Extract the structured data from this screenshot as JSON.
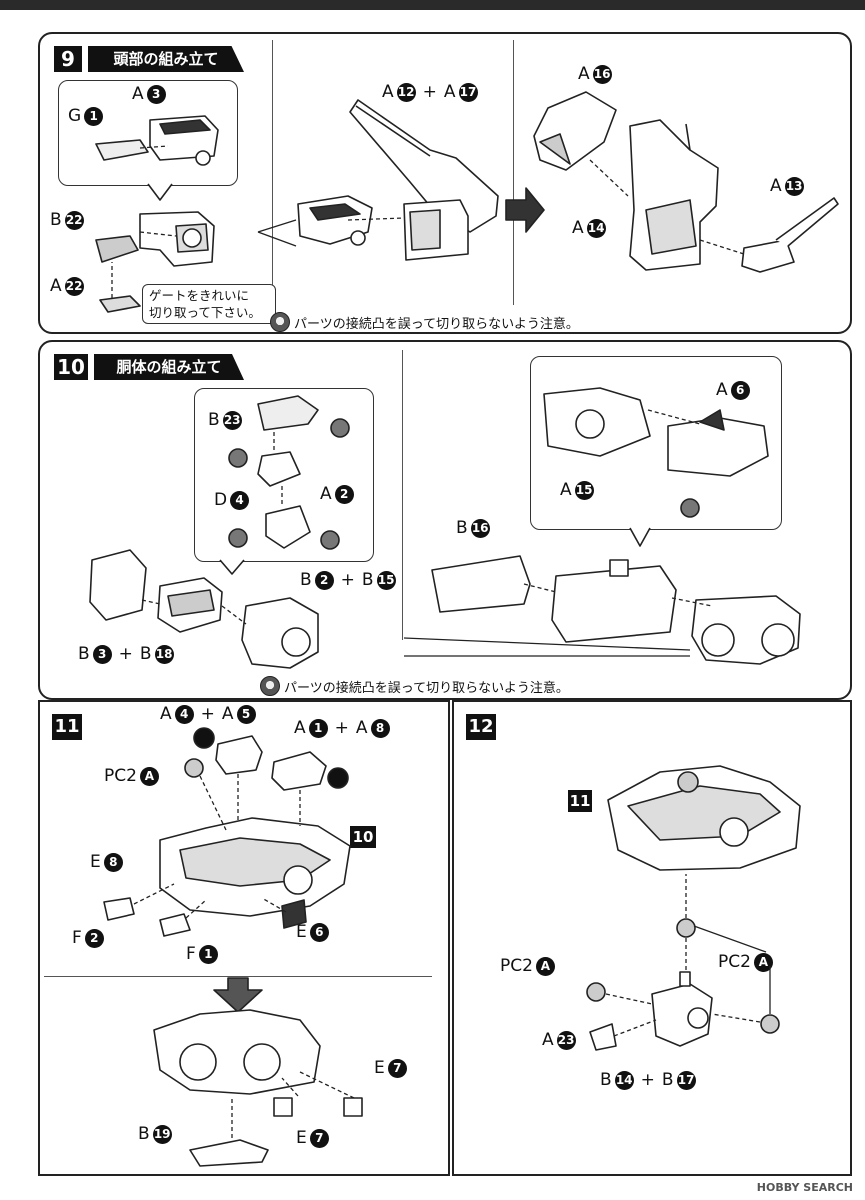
{
  "steps": [
    {
      "number": "9",
      "title": "頭部の組み立て",
      "labels": [
        {
          "letter": "A",
          "parts": [
            "3"
          ]
        },
        {
          "letter": "G",
          "parts": [
            "1"
          ]
        },
        {
          "letter": "B",
          "parts": [
            "22"
          ]
        },
        {
          "letter": "A",
          "parts": [
            "22"
          ]
        },
        {
          "letter": "A",
          "parts": [
            "12",
            "17"
          ]
        },
        {
          "letter": "A",
          "parts": [
            "16"
          ]
        },
        {
          "letter": "A",
          "parts": [
            "13"
          ]
        },
        {
          "letter": "A",
          "parts": [
            "14"
          ]
        }
      ],
      "gate_note": "ゲートをきれいに\n切り取って下さい。",
      "caution": "パーツの接続凸を誤って切り取らないよう注意。"
    },
    {
      "number": "10",
      "title": "胴体の組み立て",
      "labels": [
        {
          "letter": "B",
          "parts": [
            "23"
          ]
        },
        {
          "letter": "D",
          "parts": [
            "4"
          ]
        },
        {
          "letter": "A",
          "parts": [
            "2"
          ]
        },
        {
          "letter": "B",
          "parts": [
            "2",
            "15"
          ]
        },
        {
          "letter": "B",
          "parts": [
            "3",
            "18"
          ]
        },
        {
          "letter": "A",
          "parts": [
            "6"
          ]
        },
        {
          "letter": "A",
          "parts": [
            "15"
          ]
        },
        {
          "letter": "B",
          "parts": [
            "16"
          ]
        }
      ],
      "caution": "パーツの接続凸を誤って切り取らないよう注意。"
    },
    {
      "number": "11",
      "ref": "10",
      "labels": [
        {
          "letter": "A",
          "parts": [
            "4",
            "5"
          ]
        },
        {
          "letter": "A",
          "parts": [
            "1",
            "8"
          ]
        },
        {
          "letter": "PC2",
          "parts": [
            "A"
          ]
        },
        {
          "letter": "E",
          "parts": [
            "8"
          ]
        },
        {
          "letter": "F",
          "parts": [
            "2"
          ]
        },
        {
          "letter": "F",
          "parts": [
            "1"
          ]
        },
        {
          "letter": "E",
          "parts": [
            "6"
          ]
        },
        {
          "letter": "E",
          "parts": [
            "7"
          ]
        },
        {
          "letter": "E",
          "parts": [
            "7"
          ]
        },
        {
          "letter": "B",
          "parts": [
            "19"
          ]
        }
      ]
    },
    {
      "number": "12",
      "ref": "11",
      "labels": [
        {
          "letter": "PC2",
          "parts": [
            "A"
          ]
        },
        {
          "letter": "PC2",
          "parts": [
            "A"
          ]
        },
        {
          "letter": "A",
          "parts": [
            "23"
          ]
        },
        {
          "letter": "B",
          "parts": [
            "14",
            "17"
          ]
        }
      ]
    }
  ],
  "plus": "+",
  "watermark": "HOBBY SEARCH"
}
